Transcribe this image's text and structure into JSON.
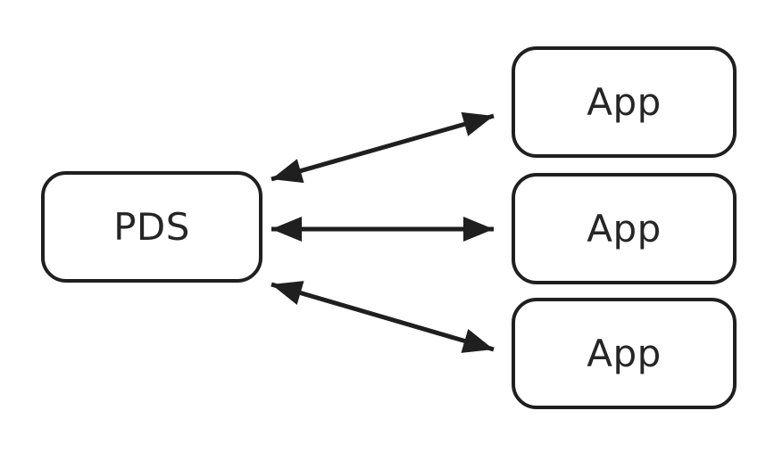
{
  "diagram": {
    "background_color": "#ffffff",
    "stroke_color": "#1f1f1f",
    "text_color": "#262626",
    "nodes": {
      "pds": {
        "label": "PDS"
      },
      "app1": {
        "label": "App"
      },
      "app2": {
        "label": "App"
      },
      "app3": {
        "label": "App"
      }
    },
    "edges": [
      {
        "from": "pds",
        "to": "app1",
        "direction": "bidirectional"
      },
      {
        "from": "pds",
        "to": "app2",
        "direction": "bidirectional"
      },
      {
        "from": "pds",
        "to": "app3",
        "direction": "bidirectional"
      }
    ]
  }
}
